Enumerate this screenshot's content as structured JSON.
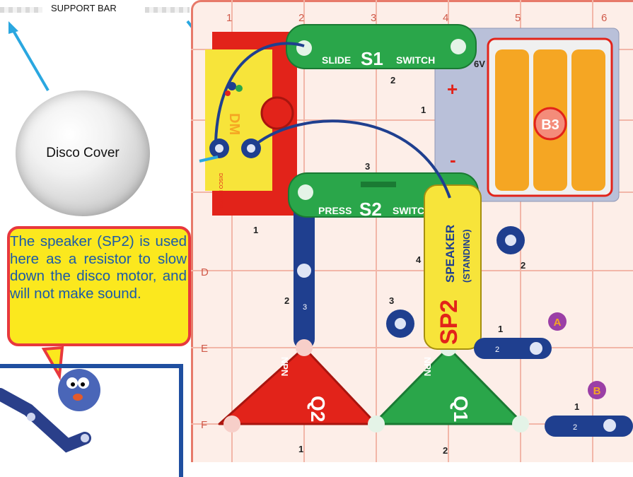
{
  "support_bar": {
    "label": "SUPPORT BAR"
  },
  "disco": {
    "label": "Disco Cover"
  },
  "callout": {
    "text": "The speaker (SP2) is used here as a resistor to slow down the disco motor, and will not make sound."
  },
  "board": {
    "columns": [
      "1",
      "2",
      "3",
      "4",
      "5",
      "6"
    ],
    "rows": [
      "D",
      "E",
      "F"
    ]
  },
  "parts": {
    "s1": {
      "label": "S1",
      "left_text": "SLIDE",
      "right_text": "SWITCH",
      "level": "2"
    },
    "s2": {
      "label": "S2",
      "left_text": "PRESS",
      "right_text": "SWITCH",
      "level": "3"
    },
    "b3": {
      "label": "B3",
      "level": "1",
      "voltage_partial": "6V"
    },
    "motor": {
      "label": "DM",
      "small_text": "DISCO MOTOR",
      "level": "1"
    },
    "sp2": {
      "label": "SP2",
      "text1": "SPEAKER",
      "text2": "(STANDING)",
      "level": "4"
    },
    "q2": {
      "label": "Q2",
      "type": "NPN",
      "level": "1"
    },
    "q1": {
      "label": "Q1",
      "type": "NPN",
      "level": "2"
    },
    "wire_left": {
      "level": "2",
      "digit": "3"
    },
    "snap_a": {
      "letter": "A",
      "level": "1",
      "wire": "2"
    },
    "snap_b": {
      "letter": "B",
      "level": "1",
      "wire": "2"
    },
    "snap_c": {
      "level": "3"
    },
    "snap_speaker": {
      "level": "2"
    }
  },
  "colors": {
    "green": "#2aa64a",
    "red": "#e2231a",
    "blue": "#1f3f8f",
    "yellow": "#f7e43a",
    "orange": "#f5a623",
    "purple": "#9b3fa6"
  }
}
